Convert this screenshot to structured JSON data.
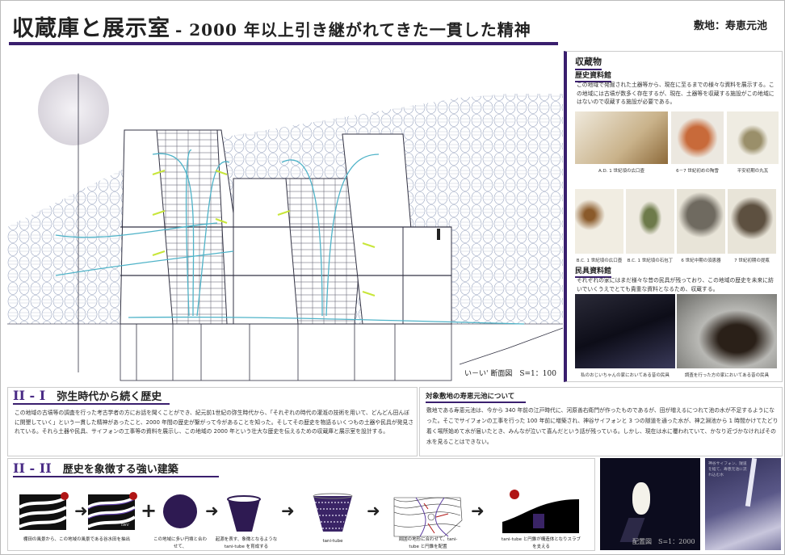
{
  "title": {
    "main": "収蔵庫と展示室",
    "sub": "- 2000 年以上引き継がれてきた一貫した精神",
    "site": "敷地：寿恵元池"
  },
  "section_drawing": {
    "caption": "い－い' 断面図　S=1：100"
  },
  "collection": {
    "heading": "収蔵物",
    "history": {
      "heading": "歴史資料館",
      "text": "この地域で発掘された土器等から、現在に至るまでの様々な資料を展示する。この地域には古墳が数多く存在するが、現在、土器等を収蔵する施設がこの地域にはないので収蔵する施設が必要である。",
      "photos_row1": [
        "A.D. 1 世紀頃の広口壺",
        "6－7 世紀初めの陶雪",
        "平安初期の丸瓦"
      ],
      "photos_row2": [
        "B.C. 1 世紀頃の広口壺",
        "B.C. 1 世紀頃の石包丁",
        "6 世紀中期の須恵器",
        "7 世紀初期の提瓶"
      ]
    },
    "folk": {
      "heading": "民具資料館",
      "text": "それぞれの家にはまだ様々な昔の民具が残っており、この地域の歴史を未来に紡いでいくうえでとても貴重な資料となるため、収蔵する。",
      "photos": [
        "私のおじいちゃんの家においてある昔の民具",
        "調査を行った方の家においてある昔の民具"
      ]
    }
  },
  "section_2_1": {
    "num": "II - I",
    "heading": "弥生時代から続く歴史",
    "text": "この地域の古墳等の調査を行った考古学者の方にお話を聞くことができ、紀元前1世紀の弥生時代から、「それぞれの時代の灌漑の技術を用いて、どんどん田んぼに開墾していく」という一貫した精神があったこと、2000 年間の歴史が繋がって今があることを知った。そしてその歴史を物語るいくつもの土器や民具が発見されている。それら土器や民具、サイフォンの工事等の資料を展示し、この地域の 2000 年という壮大な歴史を伝えるための収蔵庫と展示室を設計する。"
  },
  "site_info": {
    "heading": "対象敷地の寿恵元池について",
    "text": "敷地である寿恵元池は、今から 340 年前の江戸時代に、河原善右衛門が作ったものであるが、田が増えるにつれて池の水が不足するようになった。そこでサイフォンの工事を行った 100 年前に増築され、神谷サイフォンと 3 つの隧道を通った水が、神之淵池から 1 時間かけてたどり着く場所始めて水が届いたとき、みんなが泣いて喜んだという話が残っている。しかし、現在は水に覆われていて、かなり近づかなければその水を見ることはできない。"
  },
  "section_2_2": {
    "num": "II - II",
    "heading": "歴史を象徴する強い建築",
    "steps": [
      "棚田の風景から、この地域の風景である谷水田を抽出",
      "この地域に多い円墳と合わせて、",
      "起源を表す、象徴となるような tani-tube を育成する",
      "tani-tube",
      "周囲の地形に合わせて、tani-tube と円錐を配置",
      "tani-tube と円錐が構造体となりスラブを支える"
    ],
    "tube_label": "tani"
  },
  "site_plan": {
    "caption": "配置図　S=1：2000"
  },
  "waterfall_photo": {
    "text": "神谷サイフォン、隧道を経て、寿恵元池に流れ込む水"
  },
  "colors": {
    "accent": "#3a1f6e",
    "arrow": "#4fb3c8",
    "vent": "#c8e63a",
    "red": "#b01515"
  }
}
